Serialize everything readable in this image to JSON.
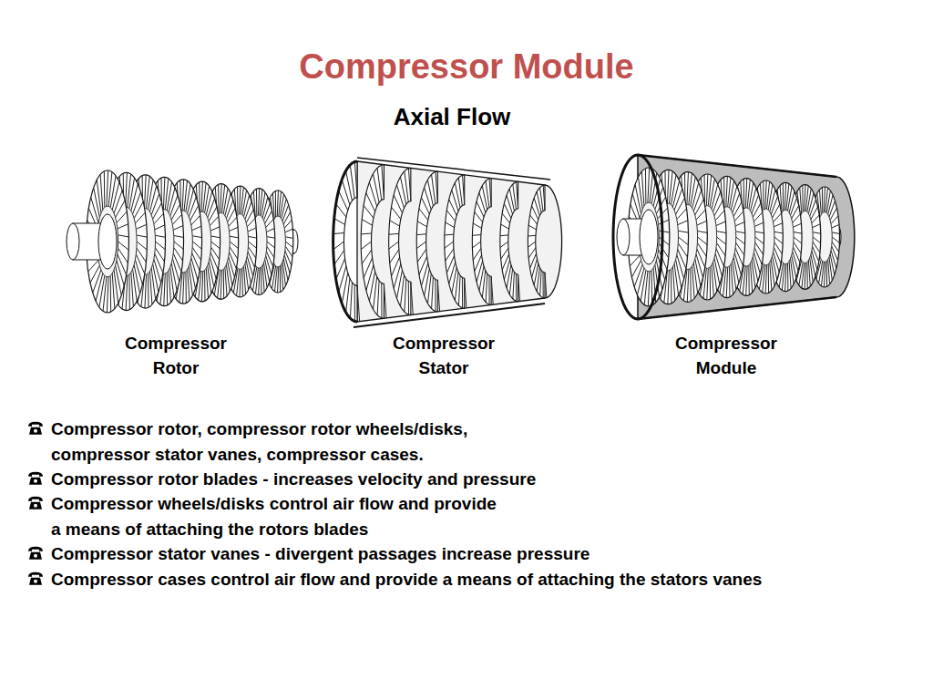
{
  "diagram": {
    "title": "Compressor Module",
    "labels": [
      "Axial Flow",
      "Compressor Rotor",
      "Compressor Stator",
      "Compressor Module",
      "Compressor rotor, compressor rotor wheels/disks, compressor stator vanes, compressor cases.",
      "Compressor rotor blades - increases velocity and pressure",
      "Compressor wheels/disks control air flow and provide a means of attaching the rotors blades",
      "Compressor stator vanes - divergent passages increase pressure",
      "Compressor cases control air flow and provide a means of attaching the stators vanes"
    ]
  }
}
